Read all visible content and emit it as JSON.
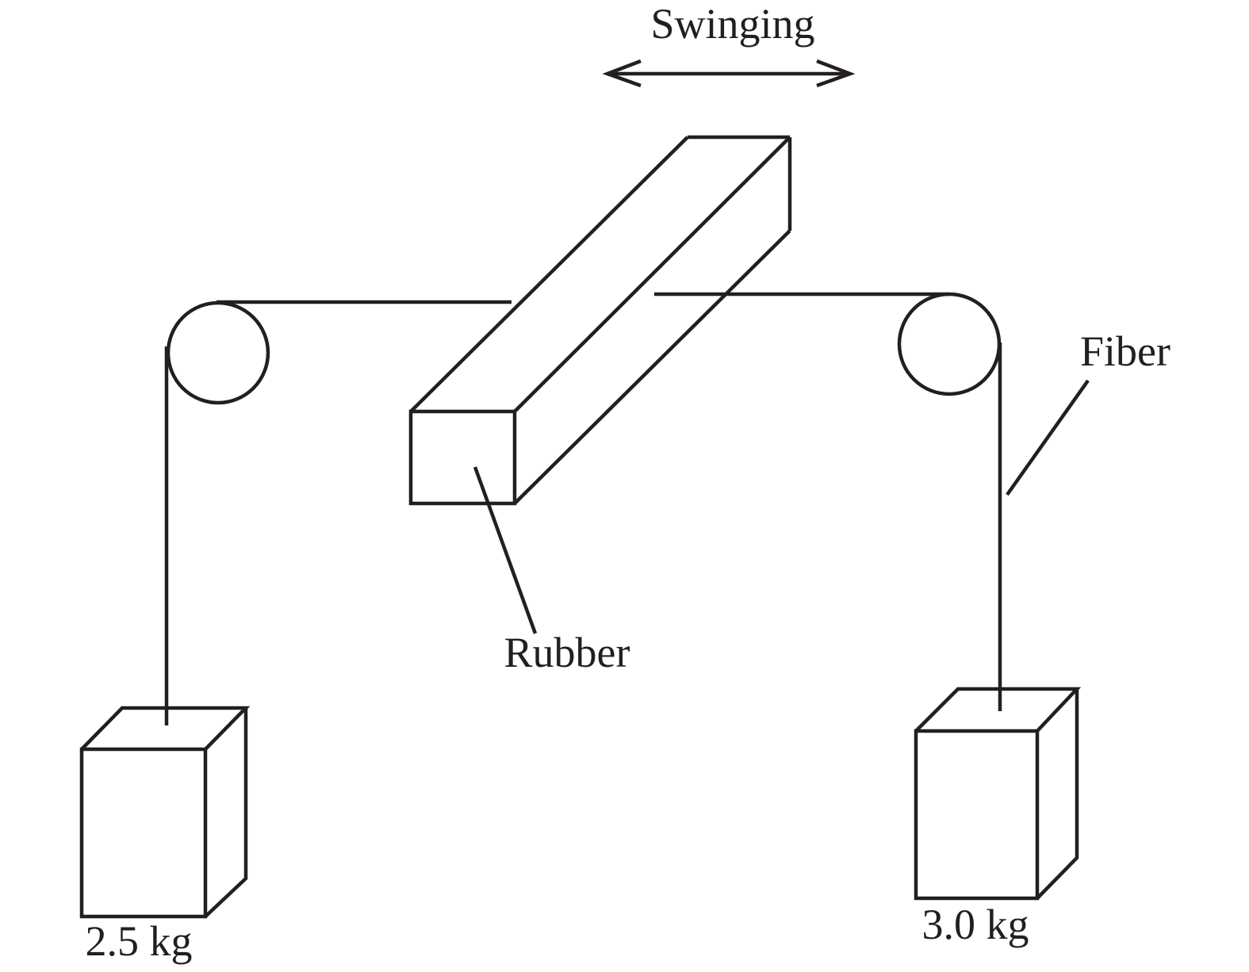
{
  "diagram": {
    "type": "physics-apparatus",
    "line_color": "#231f20",
    "background": "#ffffff",
    "labels": {
      "swinging": "Swinging",
      "fiber": "Fiber",
      "rubber": "Rubber",
      "left_mass": "2.5 kg",
      "right_mass": "3.0 kg"
    },
    "components": [
      {
        "id": "swing-arrow",
        "kind": "double-headed-arrow",
        "meaning": "swinging direction"
      },
      {
        "id": "rubber-beam",
        "kind": "rectangular-prism",
        "material": "Rubber"
      },
      {
        "id": "left-pulley",
        "kind": "pulley"
      },
      {
        "id": "right-pulley",
        "kind": "pulley"
      },
      {
        "id": "left-fiber",
        "kind": "fiber"
      },
      {
        "id": "right-fiber",
        "kind": "fiber"
      },
      {
        "id": "left-mass",
        "kind": "block",
        "mass_kg": 2.5
      },
      {
        "id": "right-mass",
        "kind": "block",
        "mass_kg": 3.0
      }
    ]
  }
}
